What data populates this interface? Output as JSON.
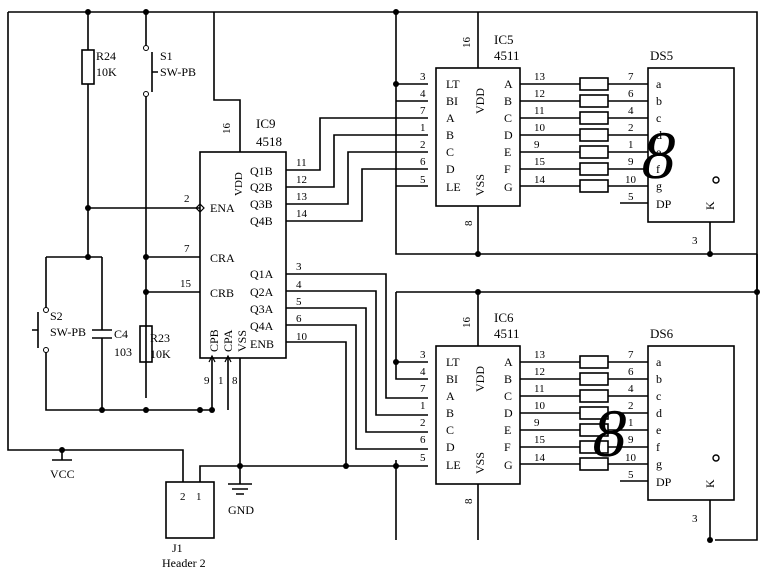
{
  "ic9": {
    "name": "IC9",
    "part": "4518",
    "vdd": "VDD",
    "vss": "VSS",
    "left_pins": [
      "ENA",
      "CRA",
      "CRB"
    ],
    "right_pins_top": [
      "Q1B",
      "Q2B",
      "Q3B",
      "Q4B"
    ],
    "right_pins_bot": [
      "Q1A",
      "Q2A",
      "Q3A",
      "Q4A",
      "ENB"
    ],
    "bottom_pins": [
      "CPB",
      "CPA"
    ],
    "pin_numbers": {
      "vdd": "16",
      "ena": "2",
      "cra": "7",
      "crb": "15",
      "q1b": "11",
      "q2b": "12",
      "q3b": "13",
      "q4b": "14",
      "q1a": "3",
      "q2a": "4",
      "q3a": "5",
      "q4a": "6",
      "enb": "10",
      "cpb": "9",
      "cpa": "1",
      "vss": "8"
    }
  },
  "ic5": {
    "name": "IC5",
    "part": "4511"
  },
  "ic6": {
    "name": "IC6",
    "part": "4511"
  },
  "decoder": {
    "left_pins": [
      "LT",
      "BI",
      "A",
      "B",
      "C",
      "D",
      "LE"
    ],
    "left_nums": [
      "3",
      "4",
      "7",
      "1",
      "2",
      "6",
      "5"
    ],
    "right_pins": [
      "A",
      "B",
      "C",
      "D",
      "E",
      "F",
      "G"
    ],
    "right_nums": [
      "13",
      "12",
      "11",
      "10",
      "9",
      "15",
      "14"
    ],
    "vdd": "VDD",
    "vss": "VSS",
    "pin_vdd": "16",
    "pin_vss": "8"
  },
  "ds5": {
    "name": "DS5"
  },
  "ds6": {
    "name": "DS6"
  },
  "display": {
    "seg_labels": [
      "a",
      "b",
      "c",
      "d",
      "e",
      "f",
      "g",
      "DP"
    ],
    "seg_nums": [
      "7",
      "6",
      "4",
      "2",
      "1",
      "9",
      "10",
      "5"
    ],
    "common": "K",
    "common_pin": "3",
    "digit": "8"
  },
  "r24": {
    "name": "R24",
    "value": "10K"
  },
  "r23": {
    "name": "R23",
    "value": "10K"
  },
  "s1": {
    "name": "S1",
    "type": "SW-PB"
  },
  "s2": {
    "name": "S2",
    "type": "SW-PB"
  },
  "c4": {
    "name": "C4",
    "value": "103"
  },
  "j1": {
    "name": "J1",
    "type": "Header 2",
    "pins": [
      "2",
      "1"
    ]
  },
  "vcc": "VCC",
  "gnd": "GND"
}
